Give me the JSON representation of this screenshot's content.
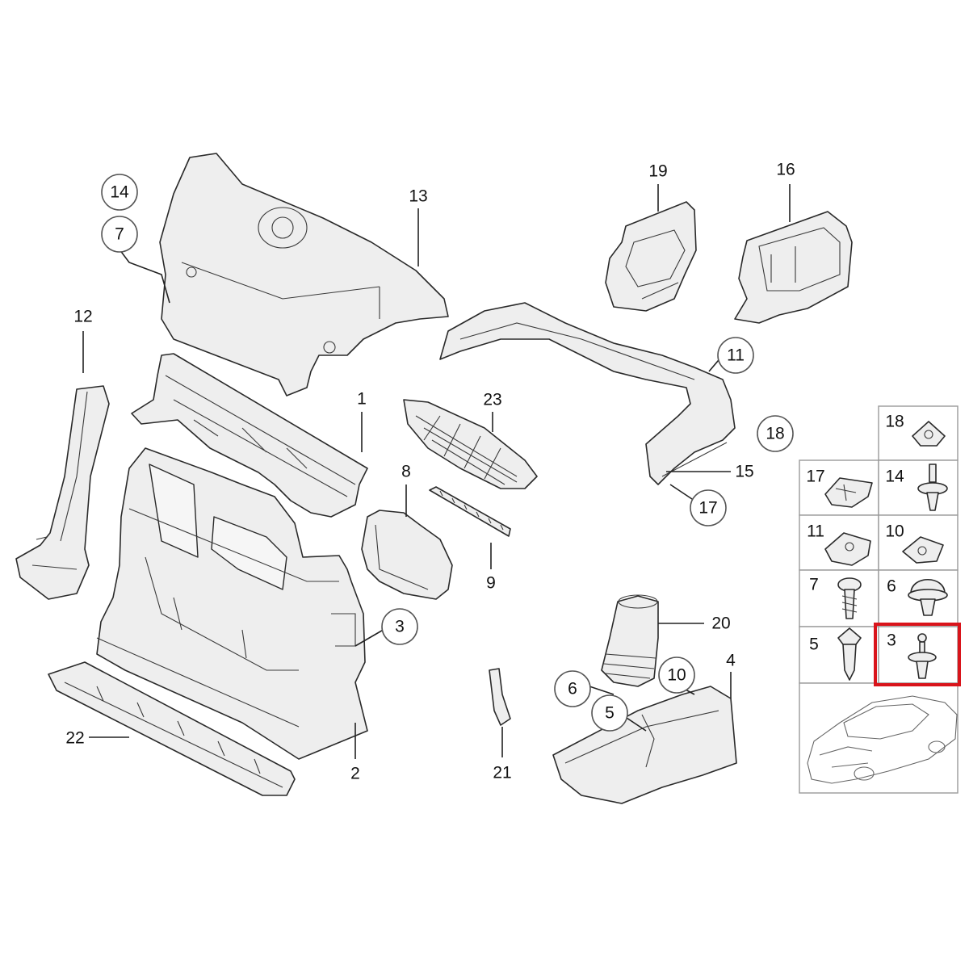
{
  "diagram": {
    "callouts": [
      {
        "id": "c14",
        "label": "14",
        "circled": true
      },
      {
        "id": "c7",
        "label": "7",
        "circled": true
      },
      {
        "id": "c13",
        "label": "13",
        "circled": false
      },
      {
        "id": "c12",
        "label": "12",
        "circled": false
      },
      {
        "id": "c1",
        "label": "1",
        "circled": false
      },
      {
        "id": "c23",
        "label": "23",
        "circled": false
      },
      {
        "id": "c8",
        "label": "8",
        "circled": false
      },
      {
        "id": "c9",
        "label": "9",
        "circled": false
      },
      {
        "id": "c19",
        "label": "19",
        "circled": false
      },
      {
        "id": "c16",
        "label": "16",
        "circled": false
      },
      {
        "id": "c11",
        "label": "11",
        "circled": true
      },
      {
        "id": "c18",
        "label": "18",
        "circled": true
      },
      {
        "id": "c15",
        "label": "15",
        "circled": false
      },
      {
        "id": "c17",
        "label": "17",
        "circled": true
      },
      {
        "id": "c3",
        "label": "3",
        "circled": true
      },
      {
        "id": "c2",
        "label": "2",
        "circled": false
      },
      {
        "id": "c22",
        "label": "22",
        "circled": false
      },
      {
        "id": "c20",
        "label": "20",
        "circled": false
      },
      {
        "id": "c4",
        "label": "4",
        "circled": false
      },
      {
        "id": "c10",
        "label": "10",
        "circled": true
      },
      {
        "id": "c6",
        "label": "6",
        "circled": true
      },
      {
        "id": "c5",
        "label": "5",
        "circled": true
      },
      {
        "id": "c21",
        "label": "21",
        "circled": false
      }
    ],
    "hardware_panel": [
      {
        "id": "h18",
        "label": "18",
        "part": "grommet"
      },
      {
        "id": "h17",
        "label": "17",
        "part": "clip-nut"
      },
      {
        "id": "h14",
        "label": "14",
        "part": "push-rivet"
      },
      {
        "id": "h11",
        "label": "11",
        "part": "clip-nut"
      },
      {
        "id": "h10",
        "label": "10",
        "part": "speed-nut"
      },
      {
        "id": "h7",
        "label": "7",
        "part": "screw"
      },
      {
        "id": "h6",
        "label": "6",
        "part": "expanding-rivet"
      },
      {
        "id": "h5",
        "label": "5",
        "part": "plastic-nut"
      },
      {
        "id": "h3",
        "label": "3",
        "part": "push-rivet",
        "highlighted": true
      }
    ],
    "highlight_color": "#d9141b"
  }
}
